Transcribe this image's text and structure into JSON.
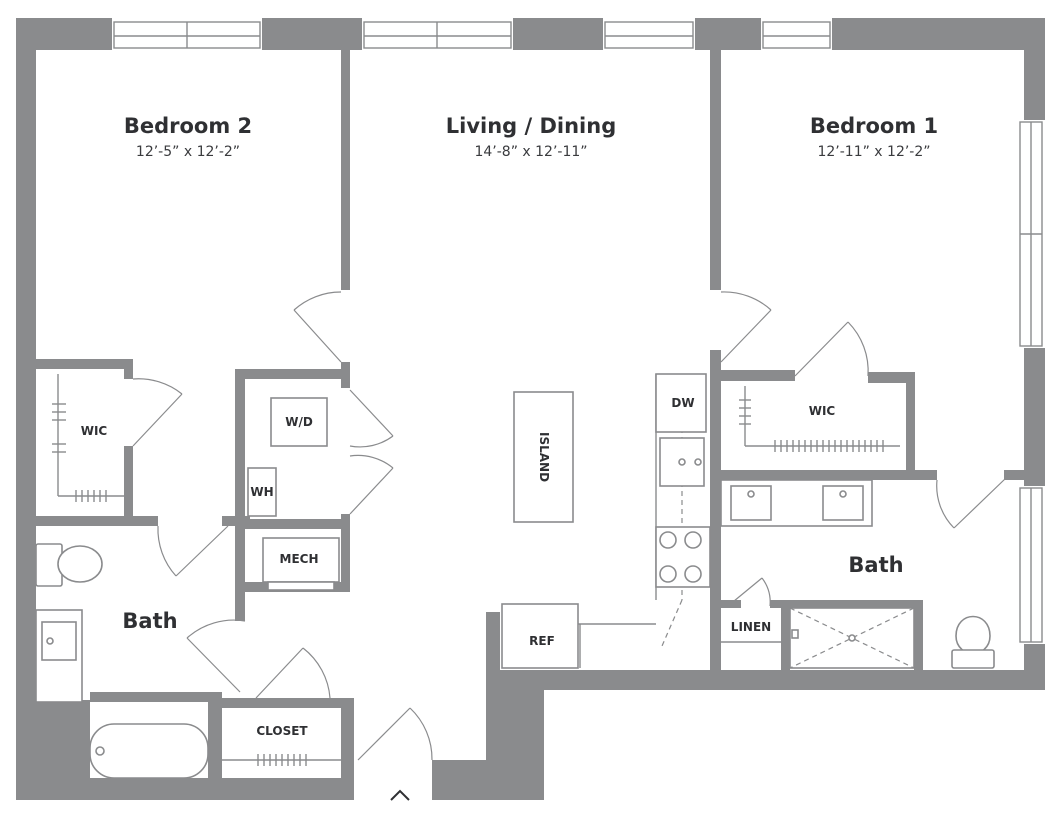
{
  "rooms": {
    "bedroom2": {
      "name": "Bedroom 2",
      "dim": "12’-5” x 12’-2”"
    },
    "living": {
      "name": "Living / Dining",
      "dim": "14’-8” x 12’-11”"
    },
    "bedroom1": {
      "name": "Bedroom 1",
      "dim": "12’-11” x 12’-2”"
    },
    "bath_left": {
      "name": "Bath"
    },
    "bath_right": {
      "name": "Bath"
    }
  },
  "labels": {
    "wic_left": "WIC",
    "wic_right": "WIC",
    "wd": "W/D",
    "wh": "WH",
    "mech": "MECH",
    "island": "ISLAND",
    "dw": "DW",
    "ref": "REF",
    "linen": "LINEN",
    "closet": "CLOSET"
  },
  "colors": {
    "wall": "#8a8b8d",
    "text": "#2f3033"
  },
  "icons": {
    "entry": "chevron-up-icon"
  }
}
